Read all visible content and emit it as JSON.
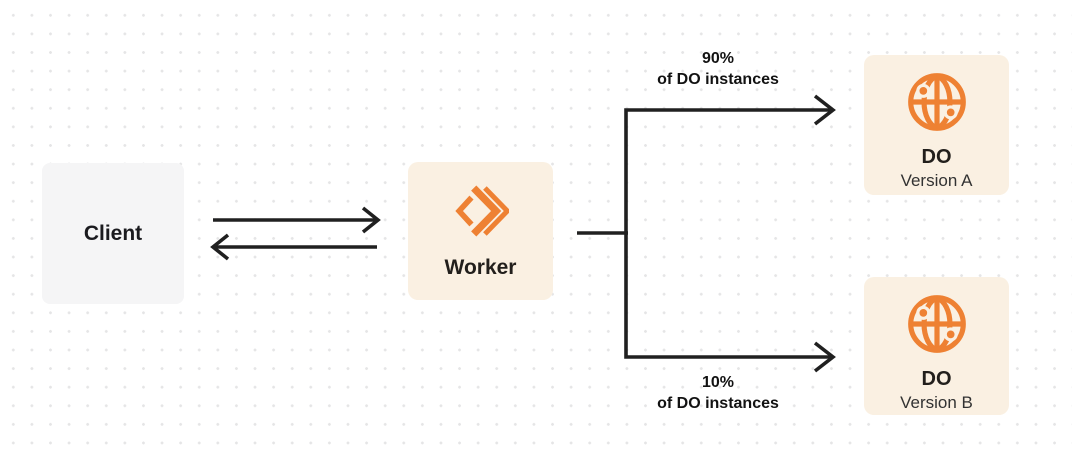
{
  "diagram": {
    "client": {
      "label": "Client"
    },
    "worker": {
      "label": "Worker"
    },
    "do_version_a": {
      "title": "DO",
      "subtitle": "Version A"
    },
    "do_version_b": {
      "title": "DO",
      "subtitle": "Version B"
    },
    "route_top": {
      "percent": "90%",
      "caption": "of DO instances"
    },
    "route_bottom": {
      "percent": "10%",
      "caption": "of DO instances"
    },
    "colors": {
      "accent_orange": "#EE8133",
      "node_cream": "#FAF0E2",
      "node_gray": "#F5F5F6",
      "connector_dark": "#202020",
      "dot_grid": "#E5E5E6"
    }
  }
}
